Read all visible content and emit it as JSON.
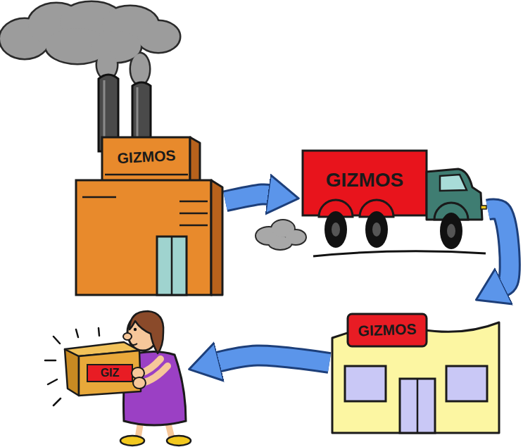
{
  "diagram": {
    "nodes": [
      {
        "text": [
          "GIZMOS"
        ]
      },
      {
        "text": [
          "GIZMOS"
        ]
      },
      {
        "text": [
          "GIZMOS"
        ]
      },
      {
        "text": [
          "GIZ"
        ]
      }
    ],
    "edges": [
      {
        "from": 0,
        "to": 1,
        "arrow": "to"
      },
      {
        "from": 1,
        "to": 2,
        "arrow": "to"
      },
      {
        "from": 2,
        "to": 3,
        "arrow": "to"
      }
    ]
  }
}
